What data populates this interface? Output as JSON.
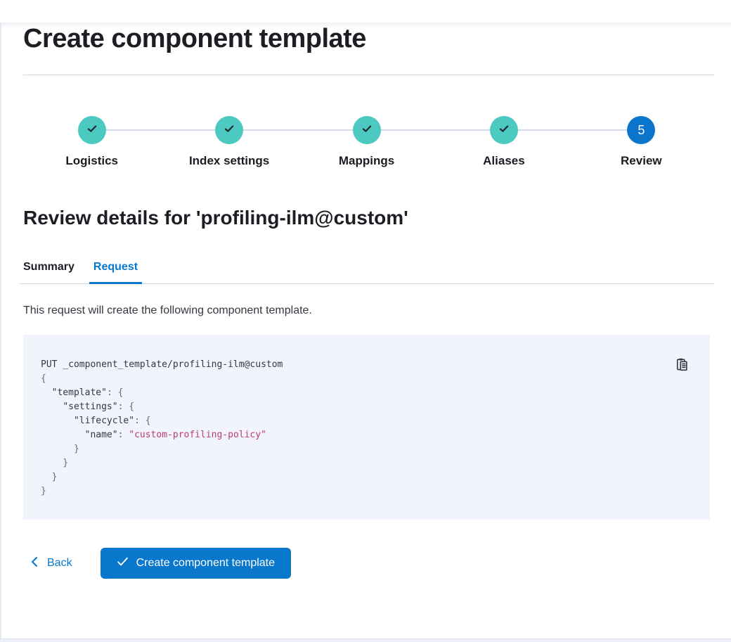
{
  "page": {
    "title": "Create component template"
  },
  "stepper": {
    "steps": [
      {
        "label": "Logistics",
        "status": "complete"
      },
      {
        "label": "Index settings",
        "status": "complete"
      },
      {
        "label": "Mappings",
        "status": "complete"
      },
      {
        "label": "Aliases",
        "status": "complete"
      },
      {
        "label": "Review",
        "status": "current",
        "number": "5"
      }
    ]
  },
  "review": {
    "heading": "Review details for 'profiling-ilm@custom'",
    "tabs": [
      {
        "label": "Summary",
        "active": false
      },
      {
        "label": "Request",
        "active": true
      }
    ],
    "description": "This request will create the following component template."
  },
  "code_block": {
    "copy_icon": "copy-clipboard-icon",
    "lines": [
      {
        "tokens": [
          {
            "t": "method",
            "v": "PUT _component_template/profiling-ilm@custom"
          }
        ]
      },
      {
        "tokens": [
          {
            "t": "punct",
            "v": "{"
          }
        ]
      },
      {
        "tokens": [
          {
            "t": "punct",
            "v": "  "
          },
          {
            "t": "key",
            "v": "\"template\""
          },
          {
            "t": "punct",
            "v": ": {"
          }
        ]
      },
      {
        "tokens": [
          {
            "t": "punct",
            "v": "    "
          },
          {
            "t": "key",
            "v": "\"settings\""
          },
          {
            "t": "punct",
            "v": ": {"
          }
        ]
      },
      {
        "tokens": [
          {
            "t": "punct",
            "v": "      "
          },
          {
            "t": "key",
            "v": "\"lifecycle\""
          },
          {
            "t": "punct",
            "v": ": {"
          }
        ]
      },
      {
        "tokens": [
          {
            "t": "punct",
            "v": "        "
          },
          {
            "t": "key",
            "v": "\"name\""
          },
          {
            "t": "punct",
            "v": ": "
          },
          {
            "t": "string",
            "v": "\"custom-profiling-policy\""
          }
        ]
      },
      {
        "tokens": [
          {
            "t": "punct",
            "v": "      }"
          }
        ]
      },
      {
        "tokens": [
          {
            "t": "punct",
            "v": "    }"
          }
        ]
      },
      {
        "tokens": [
          {
            "t": "punct",
            "v": "  }"
          }
        ]
      },
      {
        "tokens": [
          {
            "t": "punct",
            "v": "}"
          }
        ]
      }
    ]
  },
  "footer": {
    "back_label": "Back",
    "submit_label": "Create component template"
  },
  "colors": {
    "step_complete_teal": "#4cc9c0",
    "step_current_blue": "#0b74cb",
    "primary_blue": "#0877cc",
    "divider_gray": "#d3dae6",
    "code_background": "#f1f4fa",
    "code_string_pink": "#ba3d76",
    "code_punct_gray": "#646a77",
    "text_dark": "#1d1e24",
    "text_body": "#343741"
  }
}
